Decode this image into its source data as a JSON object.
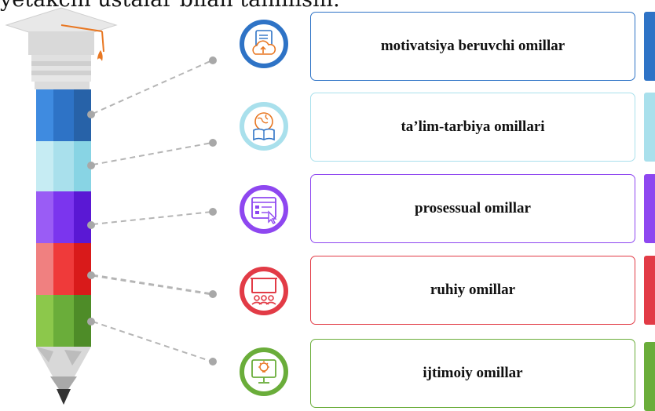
{
  "header": {
    "text": "yetakchi ustalar bilan tahlilishi."
  },
  "items": [
    {
      "label": "motivatsiya beruvchi omillar",
      "color": "#2e73c6",
      "icon": "document-cloud-upload-icon"
    },
    {
      "label": "ta’lim-tarbiya omillari",
      "color": "#a9e0ec",
      "icon": "globe-book-icon"
    },
    {
      "label": "prosessual omillar",
      "color": "#8e47f0",
      "icon": "browser-click-icon"
    },
    {
      "label": "ruhiy omillar",
      "color": "#e23b46",
      "icon": "audience-screen-icon"
    },
    {
      "label": "ijtimoiy omillar",
      "color": "#6aad3a",
      "icon": "monitor-idea-icon"
    }
  ]
}
